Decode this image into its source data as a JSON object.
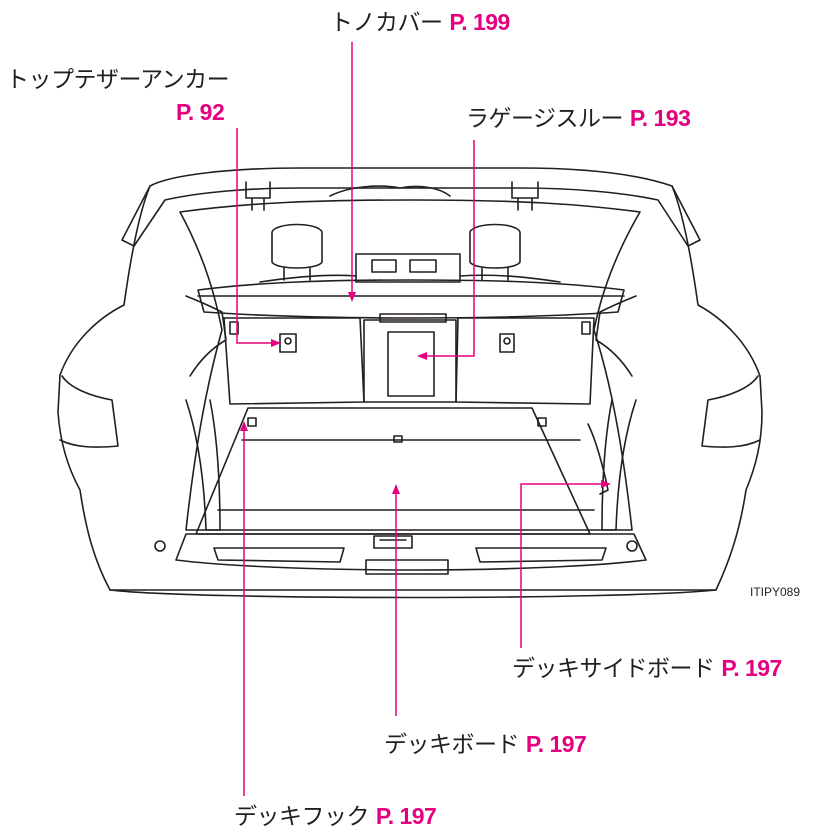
{
  "figure_code": "ITIPY089",
  "colors": {
    "leader": "#e5007f",
    "outline": "#231f20"
  },
  "callouts": {
    "tonneau_cover": {
      "label": "トノカバー",
      "ref": "P. 199"
    },
    "top_tether_anchor": {
      "label": "トップテザーアンカー",
      "ref": "P. 92"
    },
    "luggage_through": {
      "label": "ラゲージスルー",
      "ref": "P. 193"
    },
    "deck_side_board": {
      "label": "デッキサイドボード",
      "ref": "P. 197"
    },
    "deck_board": {
      "label": "デッキボード",
      "ref": "P. 197"
    },
    "deck_hook": {
      "label": "デッキフック",
      "ref": "P. 197"
    }
  }
}
